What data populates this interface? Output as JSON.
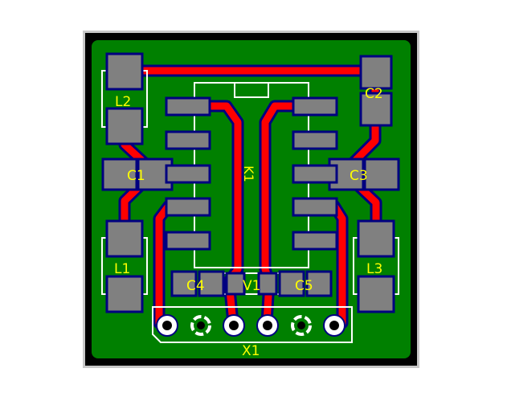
{
  "board": {
    "designators": {
      "L2": "L2",
      "C2": "C2",
      "C1": "C1",
      "K1": "K1",
      "C3": "C3",
      "L1": "L1",
      "L3": "L3",
      "C4": "C4",
      "V1": "V1",
      "C5": "C5",
      "X1": "X1"
    }
  },
  "colors": {
    "frame": "#c8c8c8",
    "border": "#000000",
    "copper_fill": "#008000",
    "trace": "#ff0000",
    "trace_outline": "#000080",
    "pad": "#808080",
    "silkscreen": "#ffffff",
    "label": "#ffff00"
  }
}
